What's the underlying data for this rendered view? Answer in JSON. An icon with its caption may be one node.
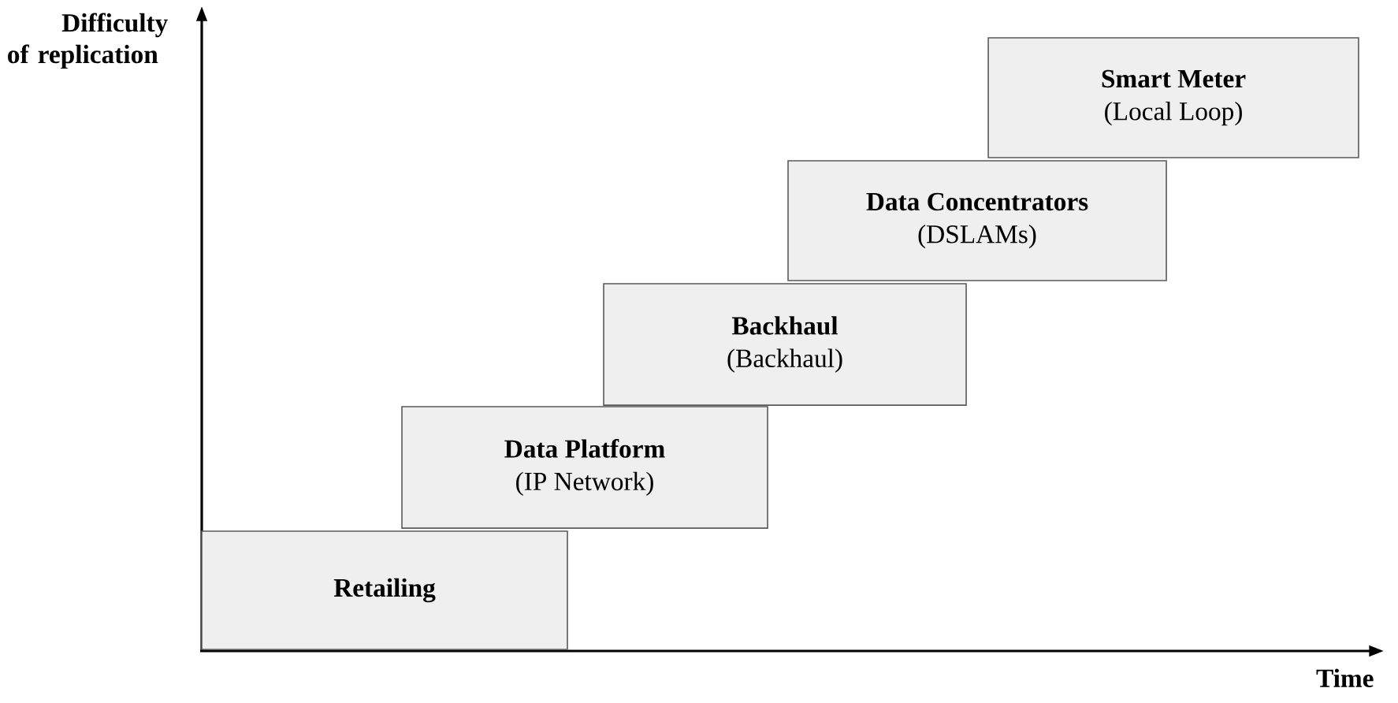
{
  "diagram": {
    "nodes": [
      {
        "text": [
          "Retailing"
        ]
      },
      {
        "text": [
          "Data Platform",
          "(IP Network)"
        ]
      },
      {
        "text": [
          "Backhaul",
          "(Backhaul)"
        ]
      },
      {
        "text": [
          "Data Concentrators",
          "(DSLAMs)"
        ]
      },
      {
        "text": [
          "Smart Meter",
          "(Local Loop)"
        ]
      }
    ],
    "labels": [
      "Difficulty of replication",
      "Time"
    ]
  }
}
